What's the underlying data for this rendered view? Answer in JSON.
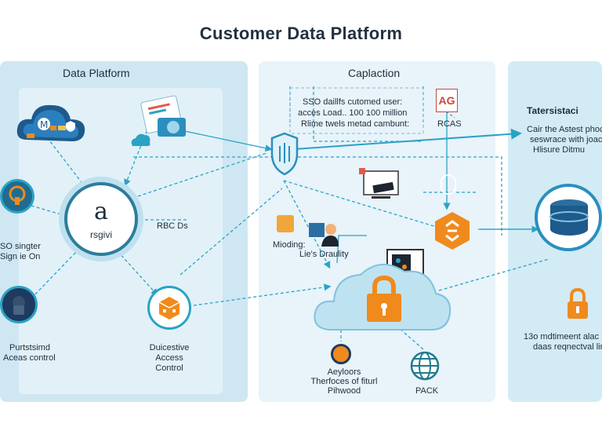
{
  "title": "Customer Data Platform",
  "panels": {
    "left_header": "Data Platform",
    "mid_header": "Caplaction",
    "right_header": "Tatersistaci"
  },
  "left": {
    "sso_label_1": "SO singter",
    "sso_label_2": "Sign ie On",
    "node_glyph": "a",
    "node_sub": "rsgivi",
    "rbc_label": "RBC Ds",
    "private_label_1": "Purtstsimd",
    "private_label_2": "Aceas control",
    "access_label_1": "Duicestive",
    "access_label_2": "Access",
    "access_label_3": "Control"
  },
  "mid": {
    "box_line_1": "SSO daillfs cutomed user:",
    "box_line_2": "acces Load.. 100 100 million",
    "box_line_3": "Rlime twels metad cambunt:",
    "rcas": "RCAS",
    "ag_badge": "AG",
    "mioding": "Mioding:",
    "lies": "Lie's Draulity",
    "aeyloors_1": "Aeyloors",
    "aeyloors_2": "Therfoces of fiturl",
    "aeyloors_3": "Pihwood",
    "pack": "PACK"
  },
  "right": {
    "desc_1": "Cair the Astest phoc",
    "desc_2": "seswrace with joac",
    "desc_3": "Hlisure Ditmu",
    "foot_1": "13o mdtimeent alac",
    "foot_2": "daas reqnectval lir"
  },
  "colors": {
    "accent": "#2aa3c4",
    "orange": "#f08a1c",
    "navy": "#1e3a5f",
    "panel_left": "#cfe7f3",
    "panel_mid": "#e8f3fa"
  }
}
